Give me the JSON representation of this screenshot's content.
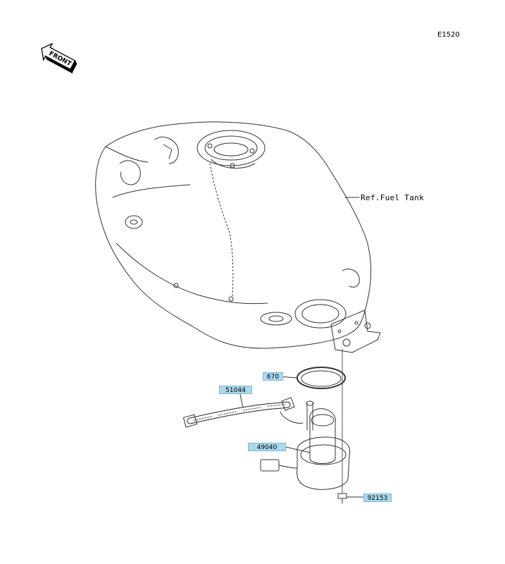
{
  "diagram_code": "E1520",
  "front_badge": "FRONT",
  "ref_label": "Ref.Fuel Tank",
  "parts": [
    {
      "id": "670"
    },
    {
      "id": "51044"
    },
    {
      "id": "49040"
    },
    {
      "id": "92153"
    }
  ],
  "colors": {
    "label_fill": "#a9d8ee",
    "label_border": "#7fb9d6",
    "line": "#333333"
  }
}
